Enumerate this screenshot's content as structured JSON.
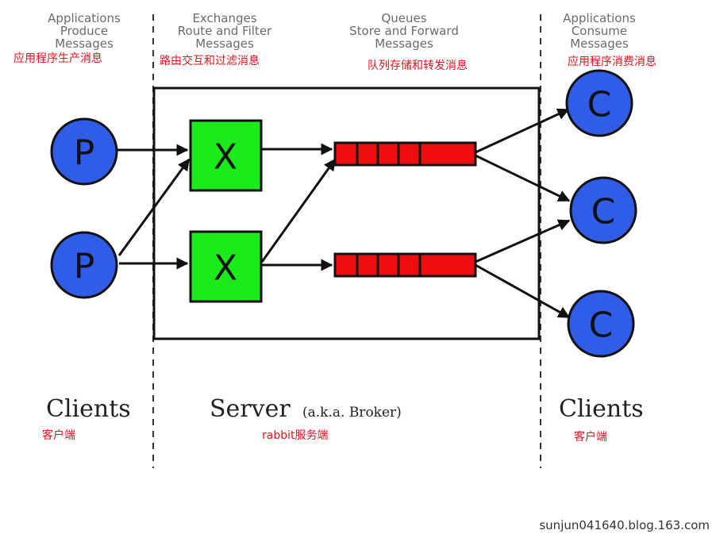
{
  "columns": {
    "producers": {
      "heading": [
        "Applications",
        "Produce",
        "Messages"
      ],
      "note": "应用程序生产消息"
    },
    "exchanges": {
      "heading": [
        "Exchanges",
        "Route and Filter",
        "Messages"
      ],
      "note": "路由交互和过滤消息"
    },
    "queues": {
      "heading": [
        "Queues",
        "Store and Forward",
        "Messages"
      ],
      "note": "队列存储和转发消息"
    },
    "consumers": {
      "heading": [
        "Applications",
        "Consume",
        "Messages"
      ],
      "note": "应用程序消费消息"
    }
  },
  "nodes": {
    "producer_label": "P",
    "exchange_label": "X",
    "consumer_label": "C"
  },
  "footer": {
    "left_clients": "Clients",
    "left_clients_note": "客户端",
    "server": "Server",
    "server_aka": "(a.k.a. Broker)",
    "server_note": "rabbit服务端",
    "right_clients": "Clients",
    "right_clients_note": "客户端"
  },
  "watermark": "sunjun041640.blog.163.com",
  "colors": {
    "producer_fill": "#2f5de8",
    "consumer_fill": "#2f5de8",
    "exchange_fill": "#1bea1b",
    "queue_fill": "#ee0e0e",
    "annotation_text": "#e8141c"
  }
}
